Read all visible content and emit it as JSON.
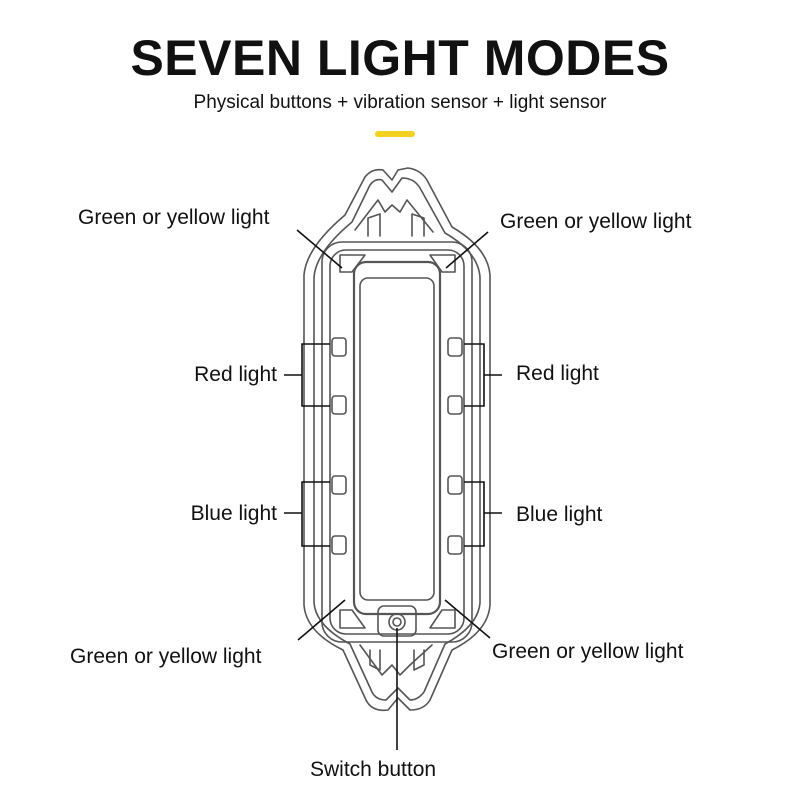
{
  "header": {
    "title": "SEVEN LIGHT MODES",
    "subtitle": "Physical buttons + vibration sensor + light sensor",
    "accent_color": "#f2d21e"
  },
  "labels": {
    "top_left": "Green or yellow light",
    "top_right": "Green or yellow light",
    "red_left": "Red light",
    "red_right": "Red light",
    "blue_left": "Blue light",
    "blue_right": "Blue light",
    "bottom_left": "Green or yellow light",
    "bottom_right": "Green or yellow light",
    "switch": "Switch button"
  }
}
